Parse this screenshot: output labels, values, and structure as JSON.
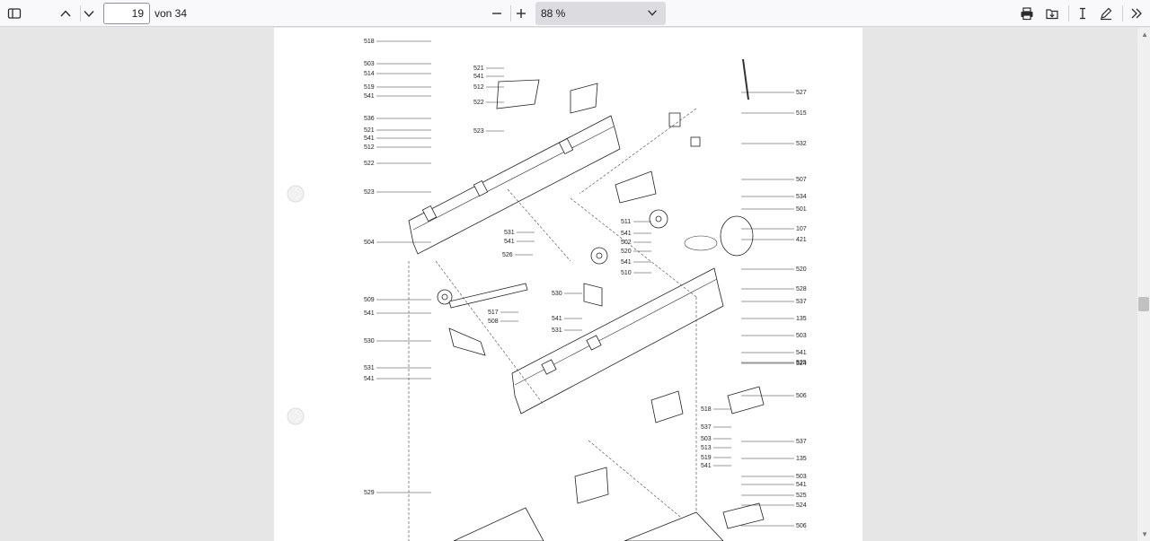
{
  "toolbar": {
    "sidebar_toggle_icon": "sidebar-icon",
    "prev_page_icon": "chevron-up-icon",
    "next_page_icon": "chevron-down-icon",
    "current_page": "19",
    "page_count_label": "von 34",
    "zoom_out_icon": "minus-icon",
    "zoom_in_icon": "plus-icon",
    "zoom_value": "88 %",
    "zoom_dropdown_icon": "chevron-down-icon",
    "print_icon": "printer-icon",
    "save_icon": "download-icon",
    "text_tool_icon": "text-cursor-icon",
    "draw_tool_icon": "pen-icon",
    "more_tools_icon": "double-chevron-right-icon"
  },
  "diagram": {
    "labels_left": [
      "518",
      "503",
      "514",
      "519",
      "541",
      "536",
      "521",
      "541",
      "512",
      "522",
      "523",
      "504",
      "509",
      "541",
      "530",
      "531",
      "541",
      "529"
    ],
    "labels_mid": [
      "521",
      "541",
      "512",
      "522",
      "523",
      "531",
      "541",
      "526",
      "511",
      "541",
      "502",
      "520",
      "541",
      "510",
      "517",
      "508",
      "530",
      "541",
      "531",
      "518",
      "537",
      "503",
      "513",
      "519",
      "541"
    ],
    "labels_right": [
      "527",
      "515",
      "532",
      "507",
      "534",
      "501",
      "107",
      "421",
      "520",
      "528",
      "537",
      "135",
      "503",
      "541",
      "525",
      "524",
      "506",
      "537",
      "135",
      "503",
      "541",
      "525",
      "524",
      "506"
    ]
  }
}
